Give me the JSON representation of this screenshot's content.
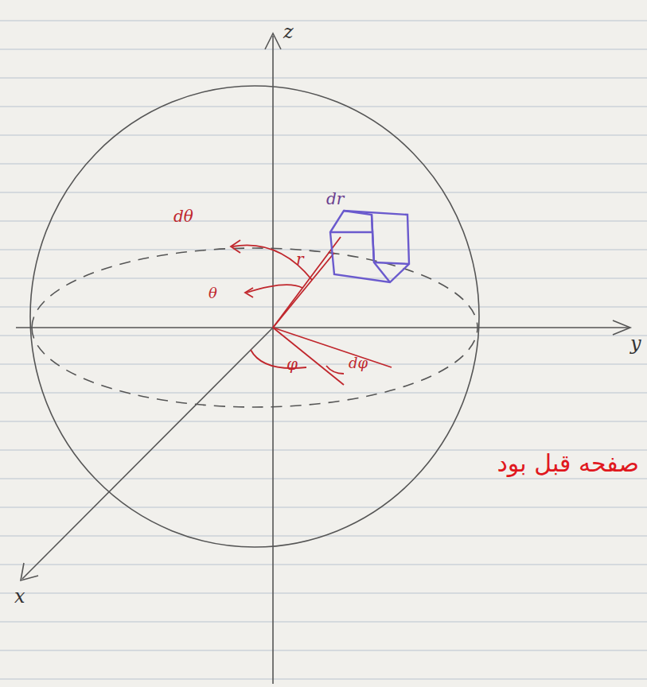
{
  "diagram": {
    "labels": [
      "z",
      "y",
      "x",
      "dθ",
      "θ",
      "r",
      "dr",
      "φ",
      "dφ",
      "صفحه قبل بود"
    ]
  }
}
